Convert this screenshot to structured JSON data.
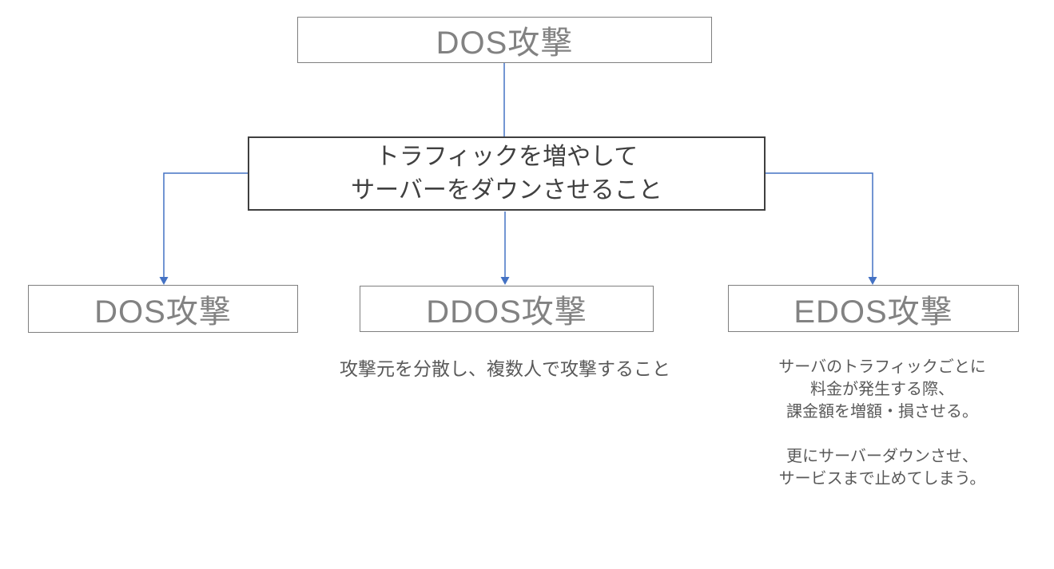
{
  "diagram": {
    "type": "flowchart",
    "root": {
      "label": "DOS攻撃"
    },
    "definition": {
      "lines": [
        "トラフィックを増やして",
        "サーバーをダウンさせること"
      ]
    },
    "children": [
      {
        "label": "DOS攻撃",
        "description_lines": []
      },
      {
        "label": "DDOS攻撃",
        "description_lines": [
          "攻撃元を分散し、複数人で攻撃すること"
        ]
      },
      {
        "label": "EDOS攻撃",
        "description_lines": [
          "サーバのトラフィックごとに",
          "料金が発生する際、",
          "課金額を増額・損させる。",
          "",
          "更にサーバーダウンさせ、",
          "サービスまで止めてしまう。"
        ]
      }
    ],
    "colors": {
      "background": "#FFFFFF",
      "connector_blue": "#4472C4",
      "box_border_gray": "#7F7F7F",
      "definition_border_dark": "#3F3F3F",
      "label_text_gray": "#828282",
      "body_text_gray": "#595959"
    }
  }
}
